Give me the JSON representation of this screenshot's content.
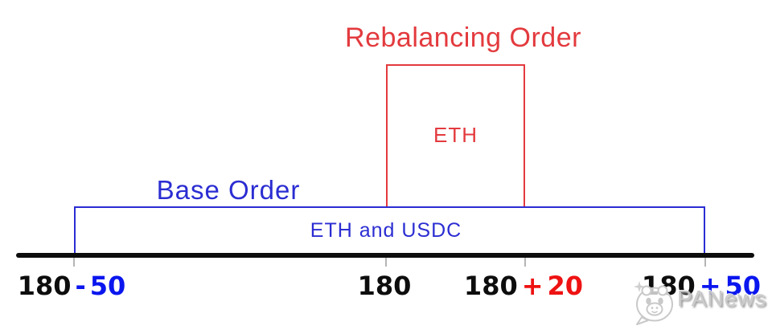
{
  "colors": {
    "red": "#e33a3e",
    "blue": "#2b2dd2",
    "number_red": "#ee1212",
    "number_blue": "#0a16ee",
    "ink": "#0d0d0d",
    "tick_gray": "#b5b5b5",
    "wm_gray": "#c9c9c9"
  },
  "rebalancing": {
    "title": "Rebalancing Order",
    "box_label": "ETH"
  },
  "base": {
    "title": "Base Order",
    "box_label": "ETH and USDC"
  },
  "axis": {
    "labels": [
      {
        "base": "180",
        "op": "-",
        "delta": "50",
        "style": "blue"
      },
      {
        "base": "180",
        "op": "",
        "delta": "",
        "style": "black"
      },
      {
        "base": "180",
        "op": "+",
        "delta": "20",
        "style": "red"
      },
      {
        "base": "180",
        "op": "+",
        "delta": "50",
        "style": "blue"
      }
    ]
  },
  "watermark": {
    "text": "PANews"
  }
}
